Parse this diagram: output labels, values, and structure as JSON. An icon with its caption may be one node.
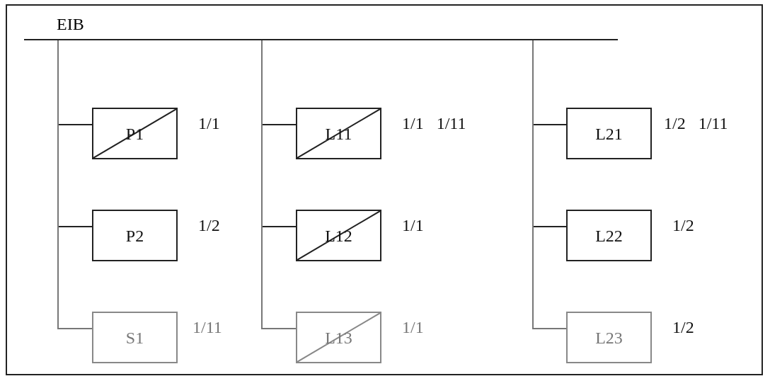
{
  "diagram": {
    "nodes": [
      {
        "text": [
          "EIB"
        ]
      },
      {
        "text": [
          "P1"
        ],
        "beside": [
          "1/1"
        ]
      },
      {
        "text": [
          "P2"
        ],
        "beside": [
          "1/2"
        ]
      },
      {
        "text": [
          "S1"
        ],
        "beside": [
          "1/11"
        ]
      },
      {
        "text": [
          "L11"
        ],
        "beside": [
          "1/1",
          "1/11"
        ]
      },
      {
        "text": [
          "L12"
        ],
        "beside": [
          "1/1"
        ]
      },
      {
        "text": [
          "L13"
        ],
        "beside": [
          "1/1"
        ]
      },
      {
        "text": [
          "L21"
        ],
        "beside": [
          "1/2",
          "1/11"
        ]
      },
      {
        "text": [
          "L22"
        ],
        "beside": [
          "1/2"
        ]
      },
      {
        "text": [
          "L23"
        ],
        "beside": [
          "1/2"
        ]
      }
    ],
    "edges": [
      {
        "from": 0,
        "to": 1,
        "arrow": "none"
      },
      {
        "from": 0,
        "to": 2,
        "arrow": "none"
      },
      {
        "from": 0,
        "to": 3,
        "arrow": "none"
      },
      {
        "from": 0,
        "to": 4,
        "arrow": "none"
      },
      {
        "from": 0,
        "to": 5,
        "arrow": "none"
      },
      {
        "from": 0,
        "to": 6,
        "arrow": "none"
      },
      {
        "from": 0,
        "to": 7,
        "arrow": "none"
      },
      {
        "from": 0,
        "to": 8,
        "arrow": "none"
      },
      {
        "from": 0,
        "to": 9,
        "arrow": "none"
      }
    ]
  }
}
